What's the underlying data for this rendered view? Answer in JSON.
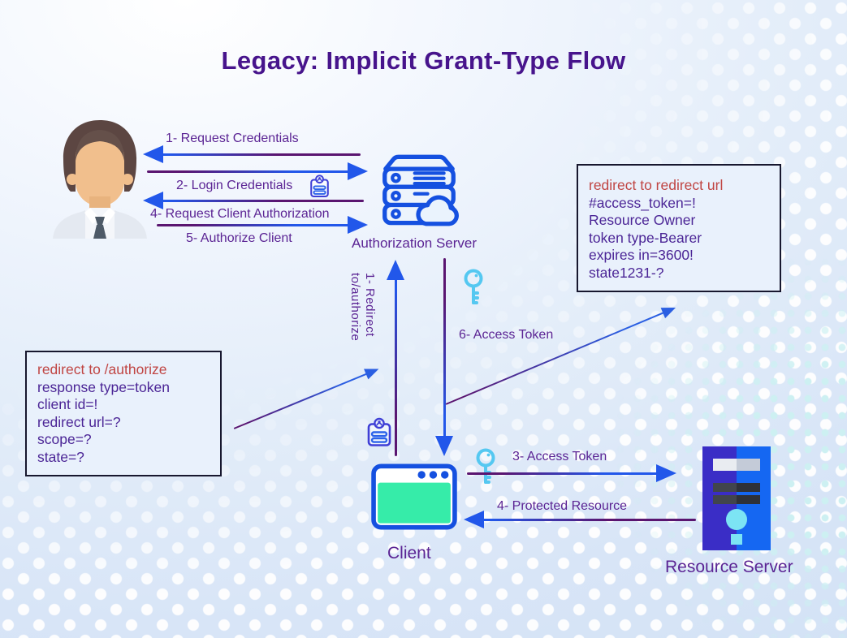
{
  "title": "Legacy: Implicit Grant-Type Flow",
  "actors": {
    "authorization_server": "Authorization Server",
    "client": "Client",
    "resource_server": "Resource Server"
  },
  "steps": {
    "request_credentials": "1- Request Credentials",
    "login_credentials": "2- Login Credentials",
    "request_client_authorization": "4- Request Client Authorization",
    "authorize_client": "5- Authorize Client",
    "redirect_line1": "1- Redirect",
    "redirect_line2": "to/authorize",
    "access_token_from_auth": "6- Access Token",
    "access_token_to_resource": "3- Access Token",
    "protected_resource": "4- Protected Resource"
  },
  "notes": {
    "authorize_request": {
      "heading": "redirect to /authorize",
      "lines": [
        "response type=token",
        "client id=!",
        "redirect url=?",
        "scope=?",
        "state=?"
      ]
    },
    "redirect_response": {
      "heading": "redirect to redirect url",
      "lines": [
        "#access_token=!",
        "Resource Owner",
        "token type-Bearer",
        "expires in=3600!",
        "state1231-?"
      ]
    }
  },
  "icons": {
    "user_avatar": "person",
    "authorization_server": "server-stack-with-cloud",
    "client": "browser-window",
    "resource_server": "server-tower",
    "key": "access-token-key",
    "credentials_badge": "id-badge"
  },
  "colors": {
    "title_purple": "#47148c",
    "label_purple": "#5b2494",
    "note_red": "#c04543",
    "arrow_blue": "#2257ea",
    "arrow_purple": "#5a1570",
    "icon_blue": "#1550e0",
    "key_cyan": "#55c8f1",
    "client_mint": "#36eca9"
  }
}
